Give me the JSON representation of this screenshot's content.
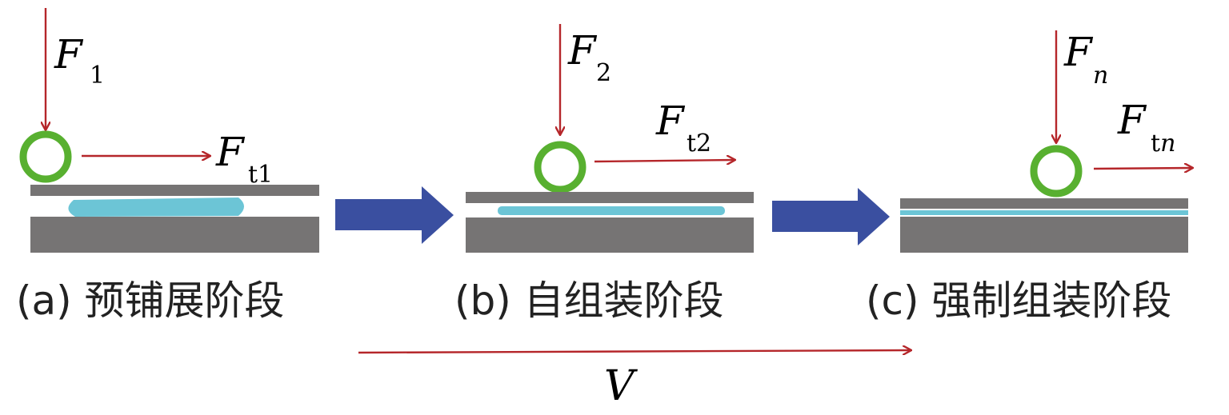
{
  "colors": {
    "force_arrow": "#b5262a",
    "roller_ring": "#58b030",
    "plate": "#767474",
    "liquid": "#6cc5d6",
    "stage_arrow": "#3a4fa0"
  },
  "stages": [
    {
      "caption": "(a) 预铺展阶段",
      "normal_force": {
        "symbol": "F",
        "sub": "1"
      },
      "tangent_force": {
        "symbol": "F",
        "sub": "t1"
      }
    },
    {
      "caption": "(b) 自组装阶段",
      "normal_force": {
        "symbol": "F",
        "sub": "2"
      },
      "tangent_force": {
        "symbol": "F",
        "sub": "t2"
      }
    },
    {
      "caption": "(c) 强制组装阶段",
      "normal_force": {
        "symbol": "F",
        "sub": "n"
      },
      "tangent_force": {
        "symbol": "F",
        "sub_prefix": "t",
        "sub_italic": "n"
      }
    }
  ],
  "velocity": {
    "symbol": "V"
  }
}
